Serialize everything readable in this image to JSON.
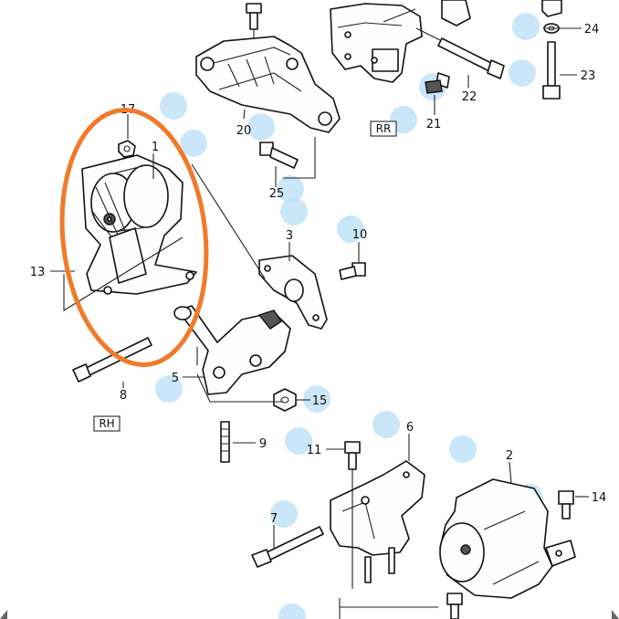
{
  "callouts": {
    "c1": "1",
    "c2": "2",
    "c3": "3",
    "c5": "5",
    "c6": "6",
    "c7": "7",
    "c8": "8",
    "c9": "9",
    "c10": "10",
    "c11": "11",
    "c13": "13",
    "c14": "14",
    "c15": "15",
    "c17": "17",
    "c20": "20",
    "c21": "21",
    "c22": "22",
    "c23": "23",
    "c24": "24",
    "c25": "25"
  },
  "tags": {
    "rr": "RR",
    "rh": "RH"
  },
  "colors": {
    "highlight": "#f07a2a",
    "hotspot": "#bfe3f7",
    "line": "#222222"
  }
}
